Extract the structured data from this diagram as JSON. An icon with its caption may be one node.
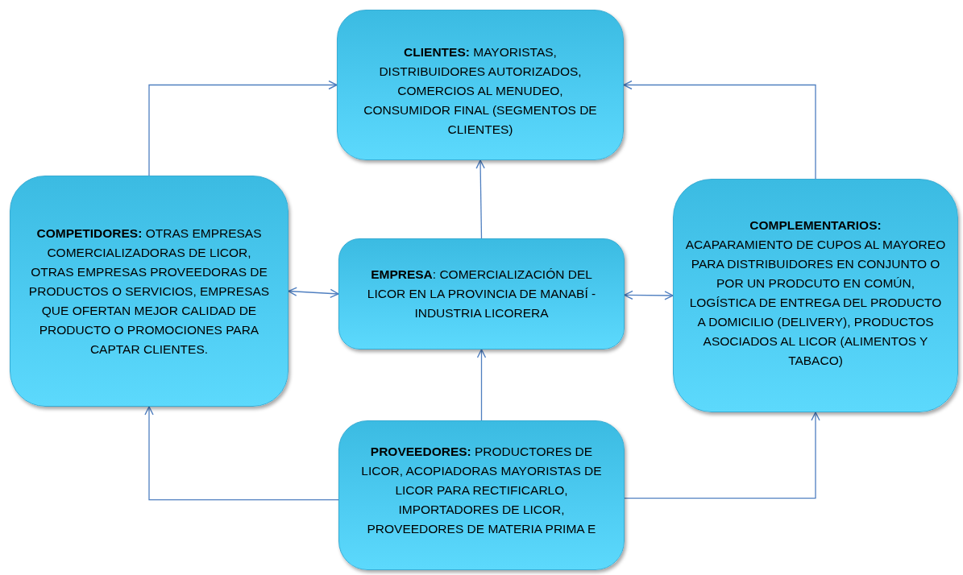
{
  "diagram": {
    "nodes": [
      {
        "text": [
          "**CLIENTES:** MAYORISTAS, DISTRIBUIDORES AUTORIZADOS, COMERCIOS AL MENUDEO, CONSUMIDOR FINAL (SEGMENTOS DE CLIENTES)"
        ]
      },
      {
        "text": [
          "**COMPETIDORES:**  OTRAS EMPRESAS COMERCIALIZADORAS DE LICOR, OTRAS EMPRESAS PROVEEDORAS DE PRODUCTOS O SERVICIOS, EMPRESAS QUE OFERTAN MEJOR CALIDAD DE PRODUCTO O PROMOCIONES PARA CAPTAR CLIENTES."
        ]
      },
      {
        "text": [
          "**EMPRESA**: COMERCIALIZACIÓN DEL LICOR EN LA PROVINCIA DE MANABÍ - INDUSTRIA LICORERA"
        ]
      },
      {
        "text": [
          "COMPLEMENTARIOS:",
          "ACAPARAMIENTO DE CUPOS AL MAYOREO PARA DISTRIBUIDORES EN CONJUNTO O POR UN PRODCUTO EN COMÚN, LOGÍSTICA DE ENTREGA DEL PRODUCTO A DOMICILIO (DELIVERY), PRODUCTOS ASOCIADOS AL LICOR (ALIMENTOS Y TABACO)"
        ]
      },
      {
        "text": [
          "**PROVEEDORES:** PRODUCTORES DE LICOR, ACOPIADORAS MAYORISTAS DE LICOR PARA RECTIFICARLO, IMPORTADORES DE LICOR, PROVEEDORES DE MATERIA PRIMA E"
        ]
      }
    ],
    "edges": [
      {
        "from": 1,
        "to": 0,
        "arrow": "to"
      },
      {
        "from": 3,
        "to": 0,
        "arrow": "to"
      },
      {
        "from": 2,
        "to": 0,
        "arrow": "to"
      },
      {
        "from": 1,
        "to": 2,
        "arrow": "both"
      },
      {
        "from": 2,
        "to": 3,
        "arrow": "both"
      },
      {
        "from": 4,
        "to": 2,
        "arrow": "to"
      },
      {
        "from": 4,
        "to": 1,
        "arrow": "to"
      },
      {
        "from": 4,
        "to": 3,
        "arrow": "to"
      }
    ]
  }
}
